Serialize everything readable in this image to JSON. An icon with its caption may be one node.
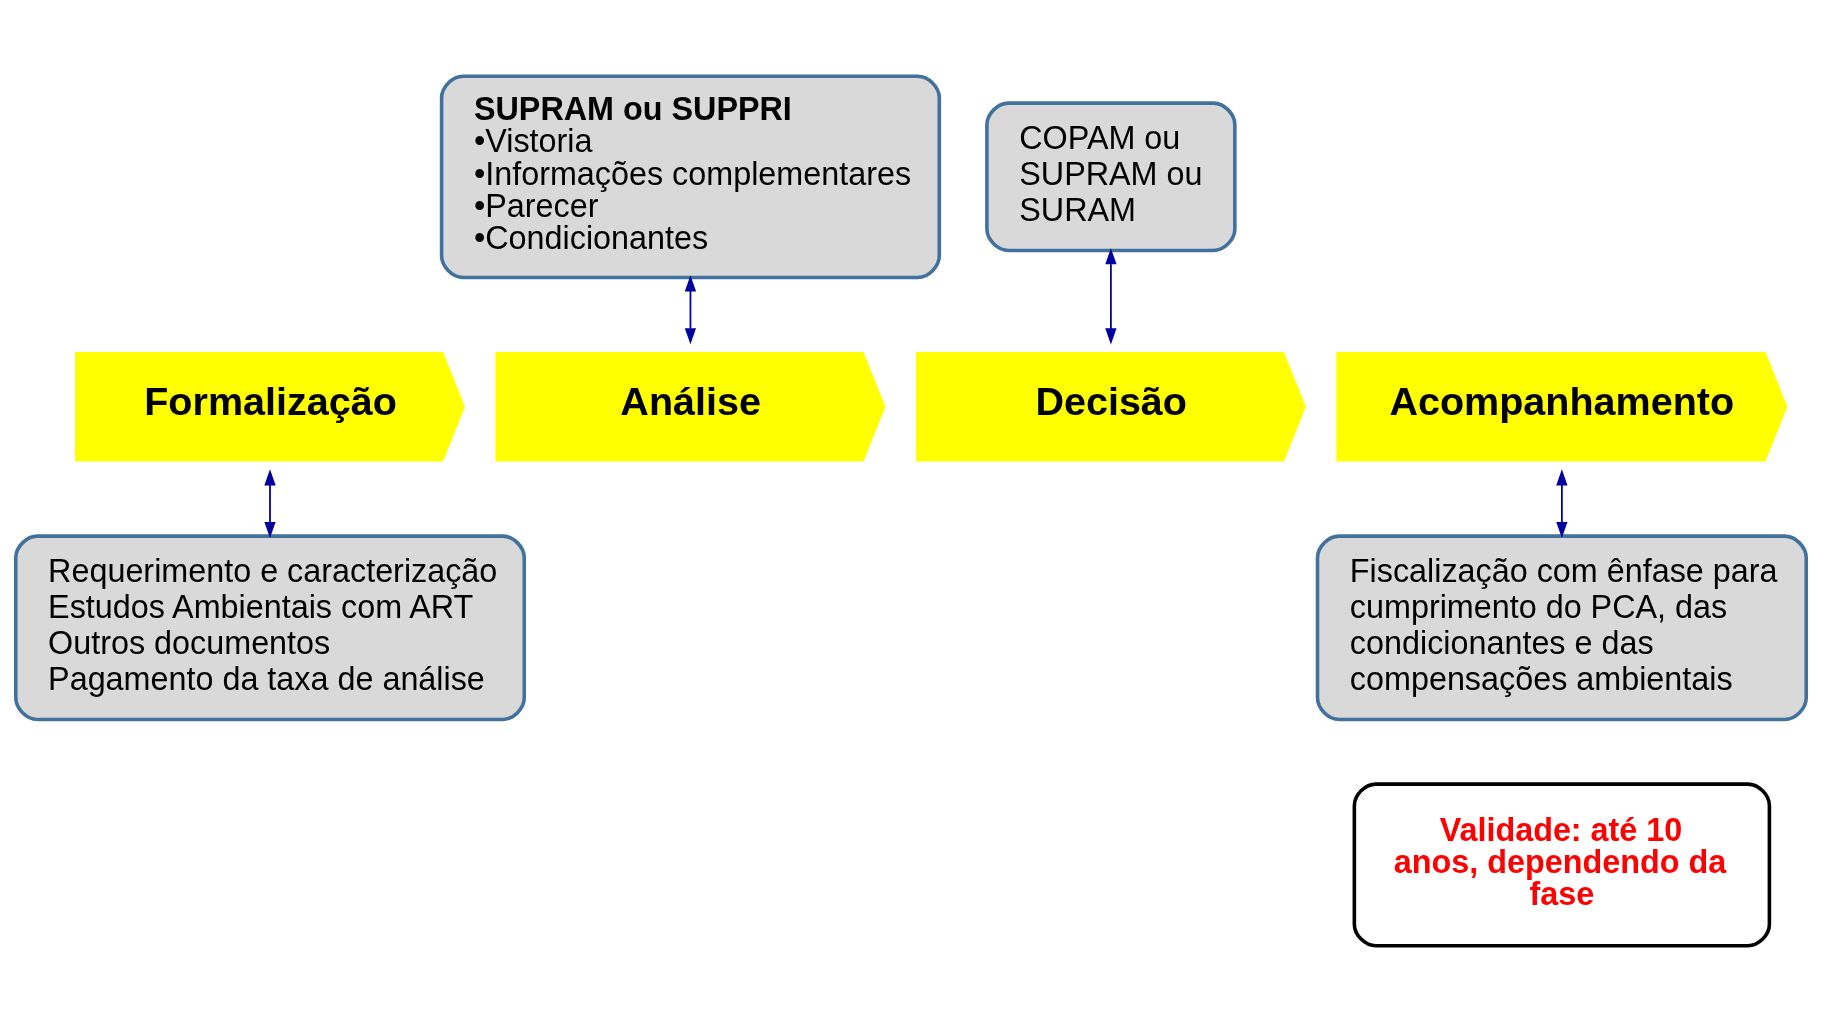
{
  "diagram": {
    "nodes": [
      {
        "text": [
          "Formalização"
        ]
      },
      {
        "text": [
          "Análise"
        ]
      },
      {
        "text": [
          "Decisão"
        ]
      },
      {
        "text": [
          "Acompanhamento"
        ]
      },
      {
        "text": [
          "SUPRAM ou SUPPRI",
          "•Vistoria",
          "•Informações complementares",
          "•Parecer",
          "•Condicionantes"
        ]
      },
      {
        "text": [
          "COPAM ou SUPRAM ou SURAM"
        ]
      },
      {
        "text": [
          "Requerimento e caracterização",
          "Estudos Ambientais com ART",
          "Outros documentos",
          "Pagamento da taxa de análise"
        ]
      },
      {
        "text": [
          "Fiscalização com ênfase para cumprimento do PCA, das condicionantes e das compensações ambientais"
        ]
      },
      {
        "text": [
          "Validade: até 10 anos, dependendo da fase"
        ]
      }
    ],
    "edges": [
      {
        "from": 4,
        "to": 1,
        "arrow": "both"
      },
      {
        "from": 5,
        "to": 2,
        "arrow": "both"
      },
      {
        "from": 0,
        "to": 6,
        "arrow": "both"
      },
      {
        "from": 3,
        "to": 7,
        "arrow": "both"
      }
    ]
  }
}
